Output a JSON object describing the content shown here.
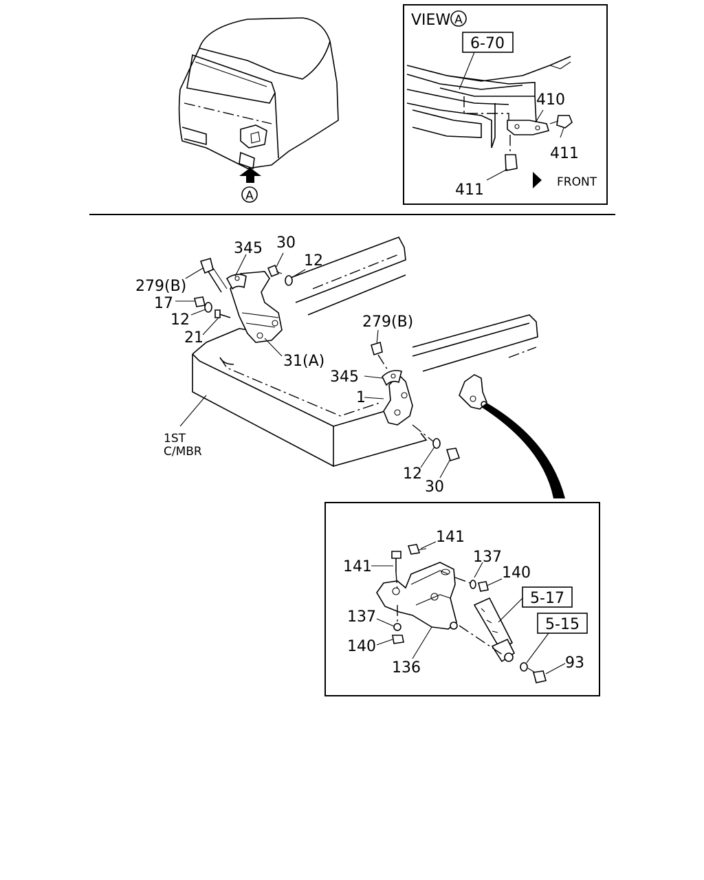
{
  "view_panel": {
    "title": "VIEW",
    "circle_letter": "A",
    "ref_box": "6-70",
    "labels": {
      "part_410": "410",
      "part_411_right": "411",
      "part_411_bottom": "411"
    },
    "front_label": "FRONT"
  },
  "cab": {
    "view_marker": "A"
  },
  "main": {
    "labels": {
      "p345_top": "345",
      "p30_top": "30",
      "p12_top": "12",
      "p279b_left": "279(B)",
      "p17": "17",
      "p12_left": "12",
      "p21": "21",
      "p31a": "31(A)",
      "p279b_mid": "279(B)",
      "p345_mid": "345",
      "p1": "1",
      "p12_bottom": "12",
      "p30_bottom": "30"
    },
    "member_label_line1": "1ST",
    "member_label_line2": "C/MBR"
  },
  "detail_panel": {
    "labels": {
      "p141_top": "141",
      "p141_left": "141",
      "p137_right": "137",
      "p140_right": "140",
      "p137_left": "137",
      "p140_left": "140",
      "p136": "136",
      "p93": "93"
    },
    "ref_box_1": "5-17",
    "ref_box_2": "5-15"
  }
}
